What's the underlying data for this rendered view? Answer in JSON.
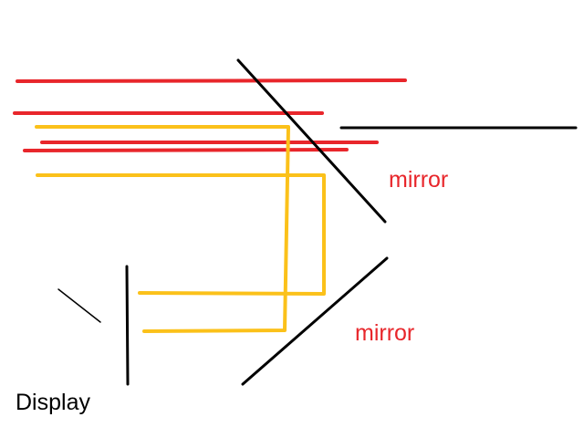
{
  "labels": {
    "mirror_top": "mirror",
    "mirror_bottom": "mirror",
    "display": "Display"
  },
  "colors": {
    "red": "#e8262b",
    "yellow": "#fbc11a",
    "black": "#000000",
    "background": "#ffffff"
  }
}
